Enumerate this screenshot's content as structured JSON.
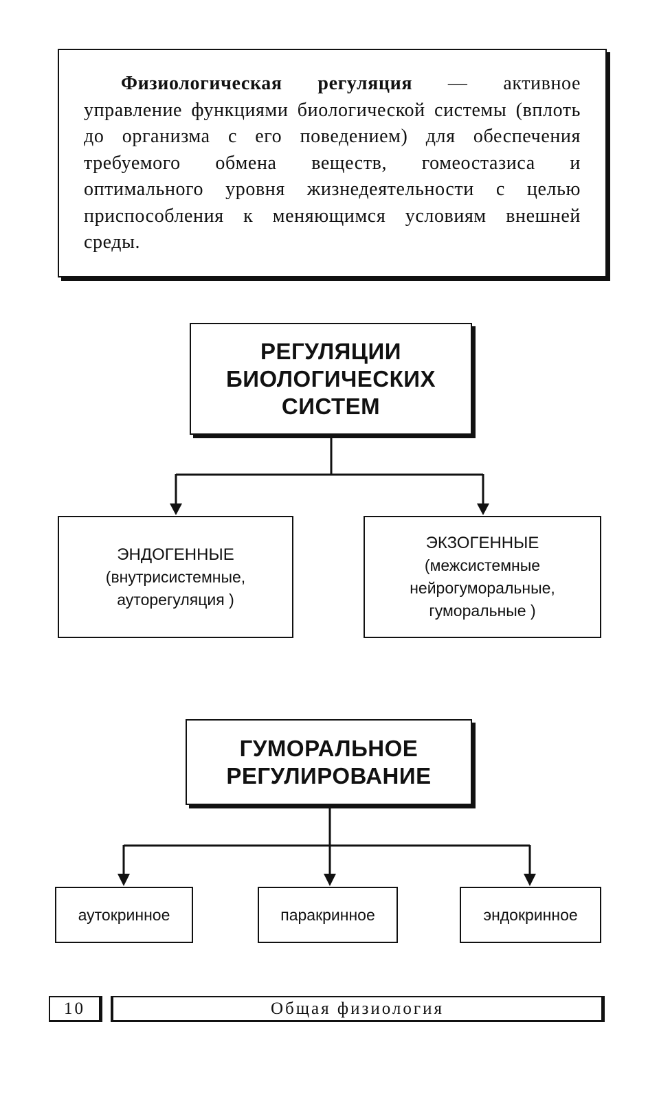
{
  "definition": {
    "term": "Физиологическая регуляция",
    "body": " — активное управление функциями биологической системы (вплоть до организма с его поведением) для обеспечения требуемого обмена веществ, гомеостазиса и оптимального уровня жизнедеятельности с целью приспособления к меняющимся условиям внешней среды."
  },
  "regulation": {
    "title_lines": [
      "РЕГУЛЯЦИИ",
      "БИОЛОГИЧЕСКИХ",
      "СИСТЕМ"
    ],
    "endogenous": {
      "label": "ЭНДОГЕННЫЕ",
      "detail_lines": [
        "(внутрисистемные,",
        "ауторегуляция )"
      ]
    },
    "exogenous": {
      "label": "ЭКЗОГЕННЫЕ",
      "detail_lines": [
        "(межсистемные",
        "нейрогуморальные,",
        "гуморальные )"
      ]
    }
  },
  "humoral": {
    "title_lines": [
      "ГУМОРАЛЬНОЕ",
      "РЕГУЛИРОВАНИЕ"
    ],
    "types": [
      "аутокринное",
      "паракринное",
      "эндокринное"
    ]
  },
  "footer": {
    "page_number": "10",
    "running_title": "Общая физиология"
  }
}
